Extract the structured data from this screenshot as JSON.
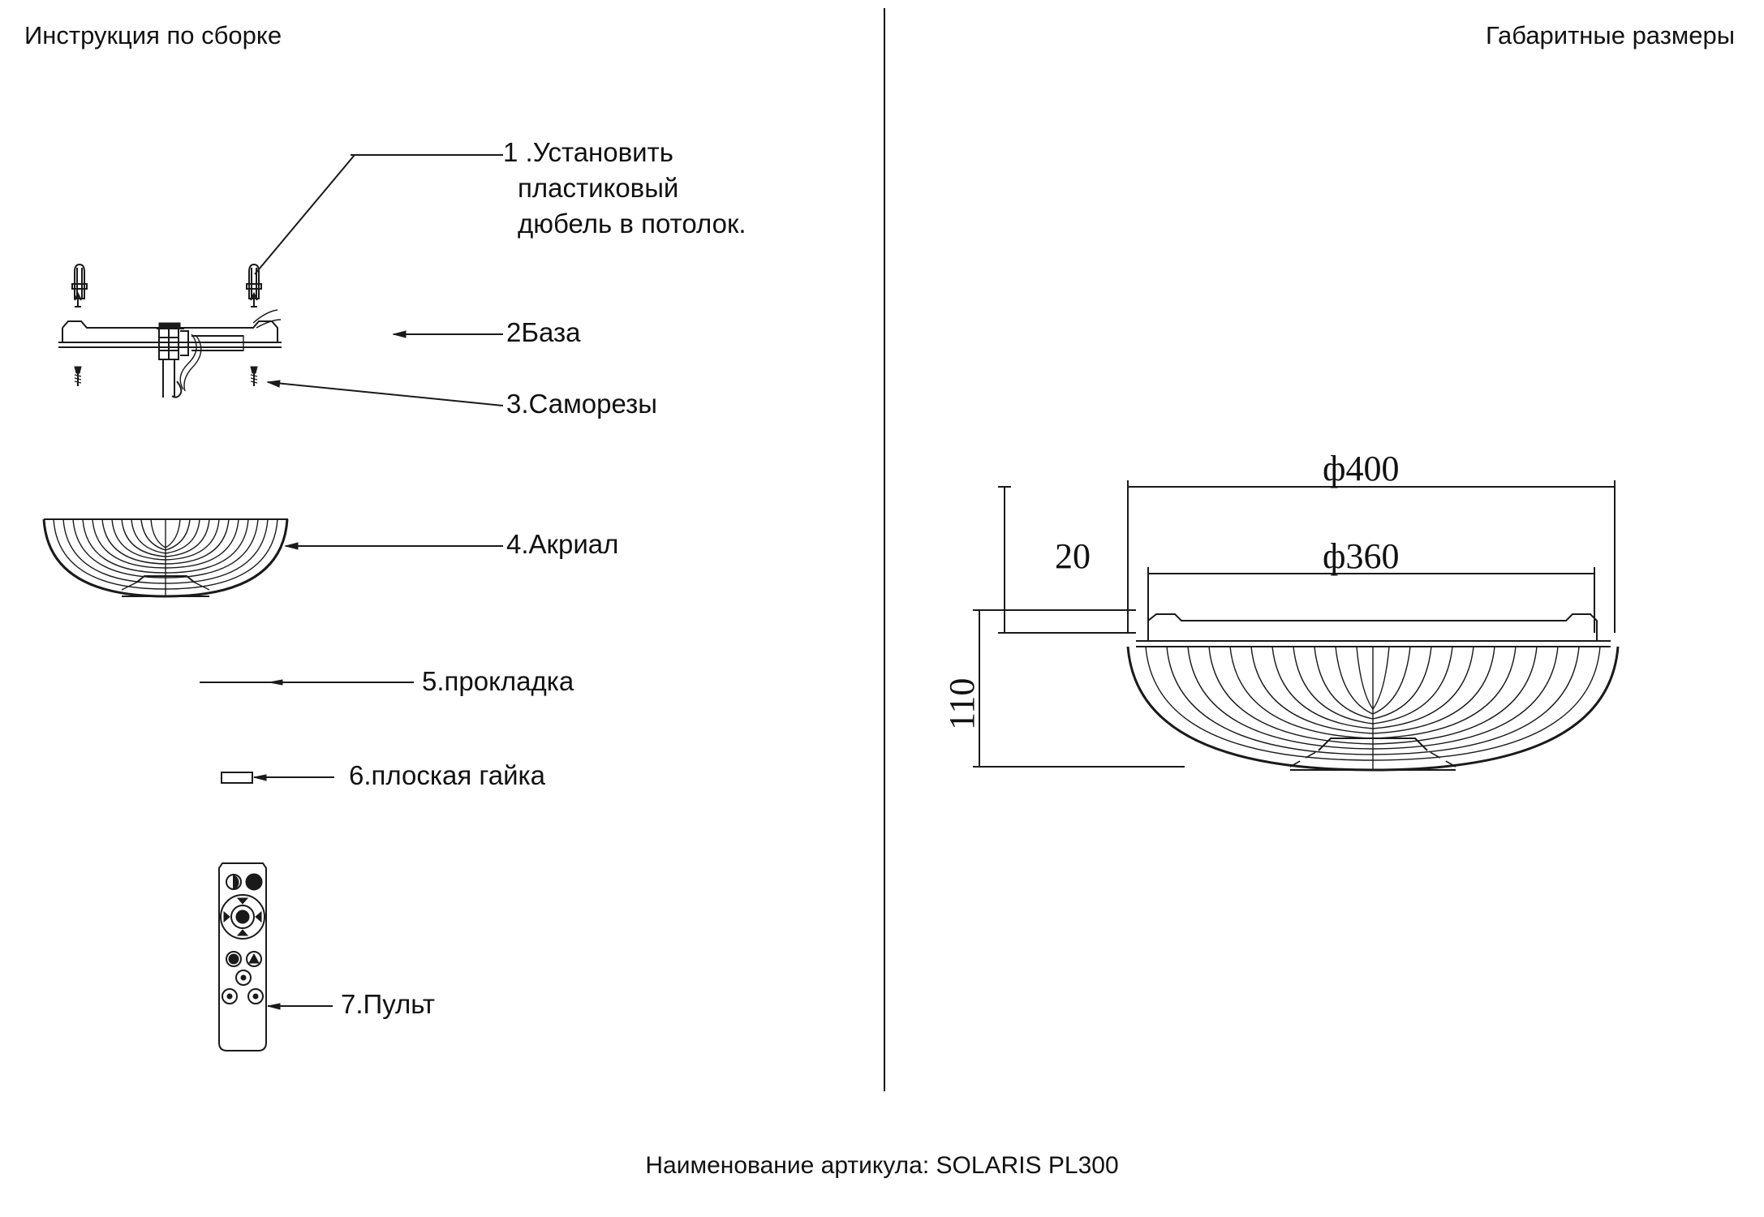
{
  "document": {
    "caption": "Наименование артикула: SOLARIS PL300",
    "article": "SOLARIS PL300"
  },
  "headers": {
    "left": "Инструкция по сборке",
    "right": "Габаритные размеры"
  },
  "assembly": {
    "items": [
      {
        "num": "1",
        "label": "1 .Установить",
        "line2": "пластиковый",
        "line3": "дюбель в потолок.",
        "part": "plastic-dowel"
      },
      {
        "num": "2",
        "label": "2База",
        "part": "base-plate"
      },
      {
        "num": "3",
        "label": "3.Саморезы",
        "part": "self-tapping-screws"
      },
      {
        "num": "4",
        "label": "4.Акриал",
        "part": "acrylic-diffuser"
      },
      {
        "num": "5",
        "label": "5.прокладка",
        "part": "gasket"
      },
      {
        "num": "6",
        "label": "6.плоская гайка",
        "part": "flat-nut"
      },
      {
        "num": "7",
        "label": "7.Пульт",
        "part": "remote-control"
      }
    ]
  },
  "dimensions": {
    "outer_diameter": "ф400",
    "inner_diameter": "ф360",
    "base_height": "20",
    "total_height": "110"
  },
  "colors": {
    "line": "#1a1a1a",
    "text": "#111111",
    "background": "#ffffff"
  }
}
